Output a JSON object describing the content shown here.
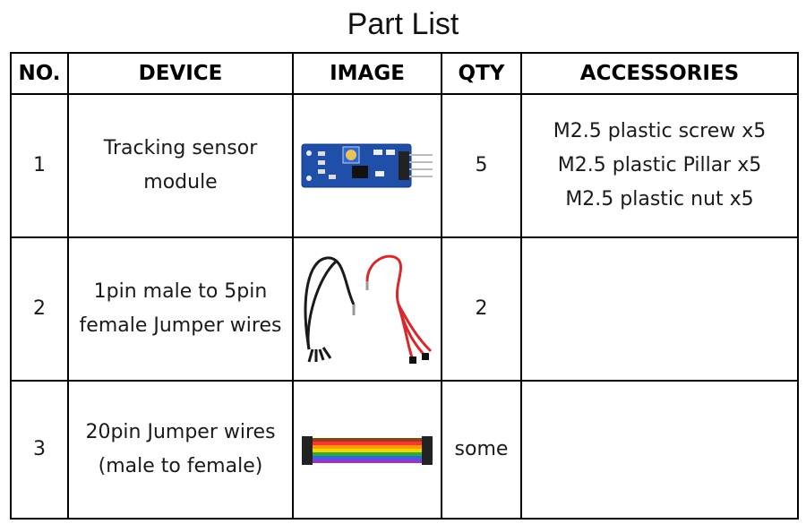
{
  "title": "Part List",
  "headers": {
    "no": "NO.",
    "device": "DEVICE",
    "image": "IMAGE",
    "qty": "QTY",
    "accessories": "ACCESSORIES"
  },
  "rows": [
    {
      "no": "1",
      "device_line1": "Tracking sensor",
      "device_line2": "module",
      "image_icon": "tracking-sensor-module-photo",
      "qty": "5",
      "accessories": [
        "M2.5 plastic screw x5",
        "M2.5 plastic Pillar x5",
        "M2.5 plastic nut x5"
      ]
    },
    {
      "no": "2",
      "device_line1": "1pin male to 5pin",
      "device_line2": "female Jumper wires",
      "image_icon": "jumper-wires-1to5-photo",
      "qty": "2",
      "accessories": []
    },
    {
      "no": "3",
      "device_line1": "20pin Jumper wires",
      "device_line2": "(male to female)",
      "image_icon": "ribbon-jumper-wires-photo",
      "qty": "some",
      "accessories": []
    }
  ],
  "colors": {
    "pcb_blue": "#1f4fa8",
    "wire_black": "#1a1a1a",
    "wire_red": "#d62a2a"
  }
}
